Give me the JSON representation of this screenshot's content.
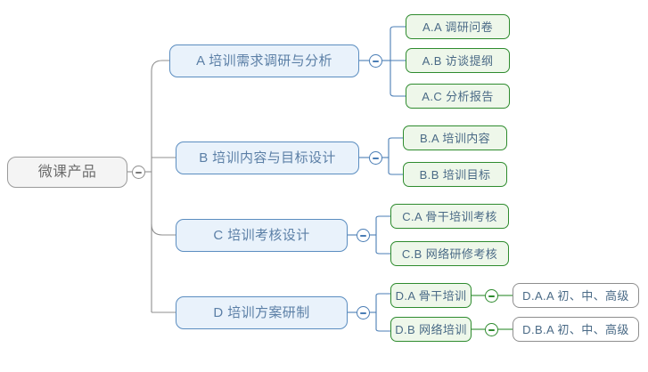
{
  "diagram": {
    "type": "mindmap",
    "orientation": "left-to-right",
    "colors": {
      "root_fill": "#f4f4f4",
      "root_border": "#9a9a9a",
      "root_text": "#6c6c6c",
      "level1_fill": "#e9f2fb",
      "level1_border": "#5b8dc0",
      "level1_text": "#5b7fa6",
      "level2_fill": "#eef7ea",
      "level2_border": "#2e8b2e",
      "level2_text": "#4a6a86",
      "level3_fill": "#ffffff",
      "level3_border": "#8e8e8e",
      "level3_text": "#4a6a86",
      "connector_gray": "#8f8f8f",
      "connector_blue": "#4a7db5",
      "connector_green": "#2e8b2e",
      "canvas": "#ffffff"
    },
    "root": {
      "label": "微课产品",
      "toggle_state": "expanded",
      "toggle_icon": "minus-circle-icon"
    },
    "branches": [
      {
        "id": "A",
        "label": "A 培训需求调研与分析",
        "toggle_state": "expanded",
        "toggle_icon": "minus-circle-icon",
        "children": [
          {
            "id": "A.A",
            "label": "A.A 调研问卷",
            "children": []
          },
          {
            "id": "A.B",
            "label": "A.B 访谈提纲",
            "children": []
          },
          {
            "id": "A.C",
            "label": "A.C 分析报告",
            "children": []
          }
        ]
      },
      {
        "id": "B",
        "label": "B 培训内容与目标设计",
        "toggle_state": "expanded",
        "toggle_icon": "minus-circle-icon",
        "children": [
          {
            "id": "B.A",
            "label": "B.A 培训内容",
            "children": []
          },
          {
            "id": "B.B",
            "label": "B.B 培训目标",
            "children": []
          }
        ]
      },
      {
        "id": "C",
        "label": "C 培训考核设计",
        "toggle_state": "expanded",
        "toggle_icon": "minus-circle-icon",
        "children": [
          {
            "id": "C.A",
            "label": "C.A 骨干培训考核",
            "children": []
          },
          {
            "id": "C.B",
            "label": "C.B 网络研修考核",
            "children": []
          }
        ]
      },
      {
        "id": "D",
        "label": "D 培训方案研制",
        "toggle_state": "expanded",
        "toggle_icon": "minus-circle-icon",
        "children": [
          {
            "id": "D.A",
            "label": "D.A 骨干培训",
            "toggle_state": "expanded",
            "toggle_icon": "minus-circle-icon",
            "children": [
              {
                "id": "D.A.A",
                "label": "D.A.A 初、中、高级"
              }
            ]
          },
          {
            "id": "D.B",
            "label": "D.B 网络培训",
            "toggle_state": "expanded",
            "toggle_icon": "minus-circle-icon",
            "children": [
              {
                "id": "D.B.A",
                "label": "D.B.A 初、中、高级"
              }
            ]
          }
        ]
      }
    ]
  }
}
